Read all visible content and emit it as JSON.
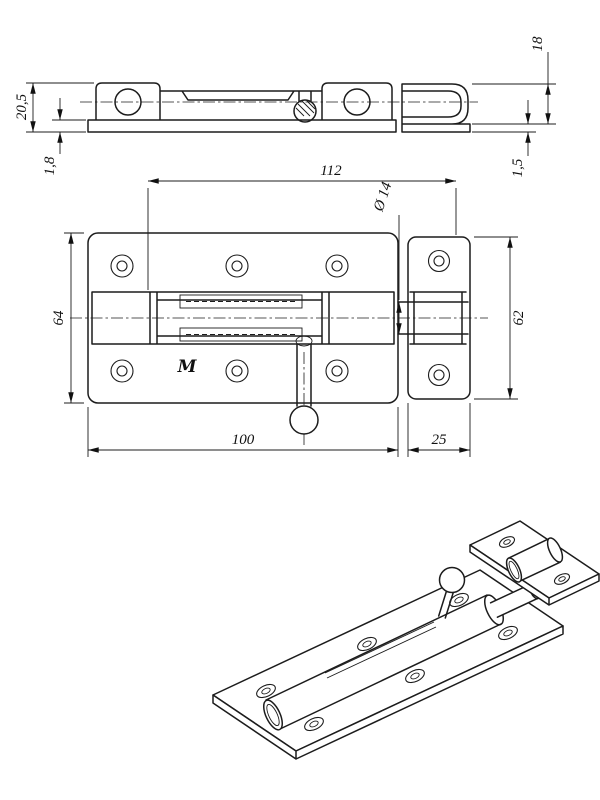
{
  "drawing": {
    "dimensions": {
      "overall_height": "20,5",
      "base_thickness": "1,8",
      "keeper_height": "18",
      "keeper_thickness": "1,5",
      "bolt_length": "112",
      "rod_diameter": "Ø 14",
      "plate_height": "64",
      "keeper_plate_height": "62",
      "plate_width": "100",
      "keeper_plate_width": "25"
    },
    "mark": "M"
  }
}
